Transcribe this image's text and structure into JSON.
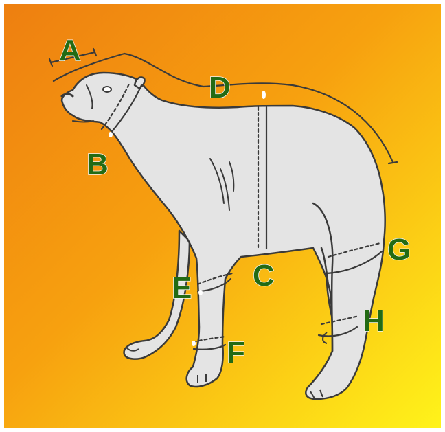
{
  "diagram": {
    "colors": {
      "background_top_left": "#ee7f10",
      "background_bottom_right": "#fff31a",
      "body_fill": "#e4e4e4",
      "outline": "#3a3a3a",
      "label_fill": "#236b14",
      "label_stroke": "#f5f5f5"
    },
    "labels": {
      "a": "A",
      "b": "B",
      "c": "C",
      "d": "D",
      "e": "E",
      "f": "F",
      "g": "G",
      "h": "H"
    }
  }
}
